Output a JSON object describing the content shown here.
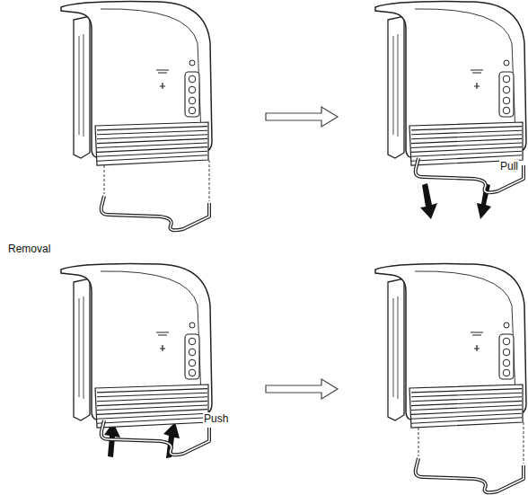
{
  "diagram": {
    "labels": [
      "Pull",
      "Removal",
      "Push"
    ]
  }
}
